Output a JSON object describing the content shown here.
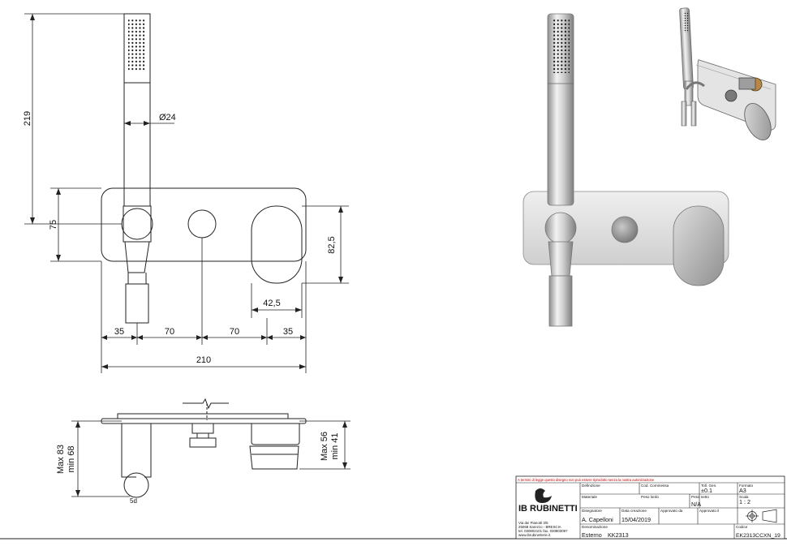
{
  "front_view": {
    "dimensions": {
      "hand_shower_height": "219",
      "plate_height": "75",
      "diameter": "Ø24",
      "handle_height": "82,5",
      "handle_width": "42,5",
      "spacing_1": "35",
      "spacing_2": "70",
      "spacing_3": "70",
      "spacing_4": "35",
      "total_width": "210"
    }
  },
  "side_view": {
    "dimensions": {
      "left_depth_max": "Max 83",
      "left_depth_min": "min 68",
      "right_depth_max": "Max 56",
      "right_depth_min": "min 41",
      "bottom_fragment": "5d"
    }
  },
  "title_block": {
    "warning": "A termini di legge questo disegno non può essere riprodotto senza la nostra autorizzazione",
    "brand": "IB RUBINETTI",
    "address": [
      "Via dei Pianotti 3/5",
      "25068 Sarezzo - BRESCIA",
      "tel. 030802101 fax. 030803097",
      "www.ibrubinetterie.it"
    ],
    "labels": {
      "definition": "Definizione",
      "order_code": "Cod. Commessa",
      "general_tolerance": "Toll. Gen.",
      "format": "Formato",
      "material": "Materiale",
      "gross_weight": "Peso lordo",
      "net_weight": "Peso netto",
      "scale": "Scala",
      "designer": "Disegnatore",
      "creation_date": "Data creazione",
      "approved_by": "Approvato da",
      "approved_2": "Approvato il",
      "name": "Denominazione",
      "code": "Codice"
    },
    "values": {
      "general_tolerance": "±0.1",
      "format": "A3",
      "net_weight": "N/A",
      "scale": "1 : 2",
      "designer": "A. Capelloni",
      "creation_date": "15/04/2019",
      "name_1": "Esterno",
      "name_2": "KK2313",
      "code": "EK2313CCXN_19"
    }
  }
}
